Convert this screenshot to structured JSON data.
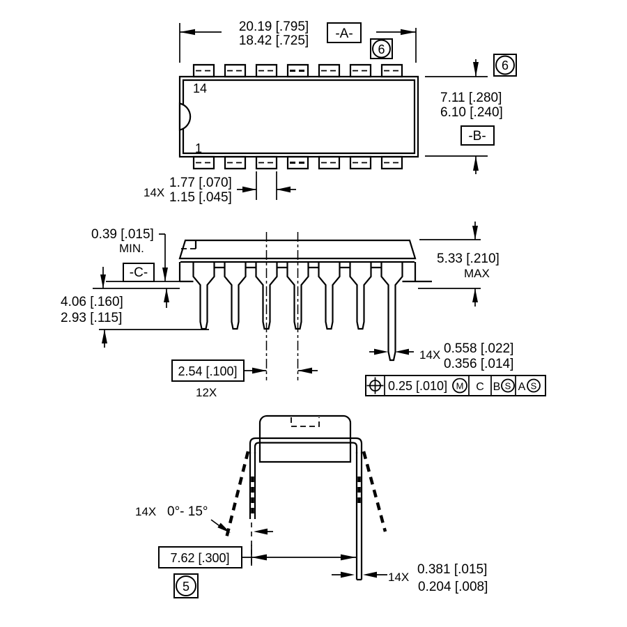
{
  "colors": {
    "background": "#ffffff",
    "ink": "#000000"
  },
  "top_view": {
    "pin_last": "14",
    "pin_first": "1",
    "dim_overall_width": {
      "line1": "20.19 [.795]",
      "line2": "18.42 [.725]"
    },
    "datum_a": "-A-",
    "flag_note_a": "6",
    "flag_note_corner": "6",
    "dim_body_width": {
      "line1": "7.11 [.280]",
      "line2": "6.10 [.240]"
    },
    "datum_b": "-B-",
    "dim_lead_width": {
      "count": "14X",
      "line1": "1.77 [.070]",
      "line2": "1.15 [.045]"
    }
  },
  "side_view": {
    "dim_standoff": {
      "value": "0.39 [.015]",
      "qualifier": "MIN."
    },
    "datum_c": "-C-",
    "dim_height": {
      "value": "5.33 [.210]",
      "qualifier": "MAX"
    },
    "dim_lead_length": {
      "line1": "4.06 [.160]",
      "line2": "2.93 [.115]"
    },
    "dim_pitch": {
      "value": "2.54 [.100]",
      "count": "12X"
    },
    "dim_lead_tip": {
      "count": "14X",
      "line1": "0.558 [.022]",
      "line2": "0.356 [.014]"
    },
    "fcf": {
      "tolerance": "0.25 [.010]",
      "tolerance_modifier": "M",
      "datum_ref_1": "C",
      "datum_ref_2": "B",
      "datum_ref_2_modifier": "S",
      "datum_ref_3": "A",
      "datum_ref_3_modifier": "S"
    }
  },
  "end_view": {
    "dim_lead_angle": {
      "count": "14X",
      "value": "0°- 15°"
    },
    "dim_row_spacing": {
      "value": "7.62 [.300]"
    },
    "flag_note_row": "5",
    "dim_lead_thickness": {
      "count": "14X",
      "line1": "0.381 [.015]",
      "line2": "0.204 [.008]"
    }
  }
}
